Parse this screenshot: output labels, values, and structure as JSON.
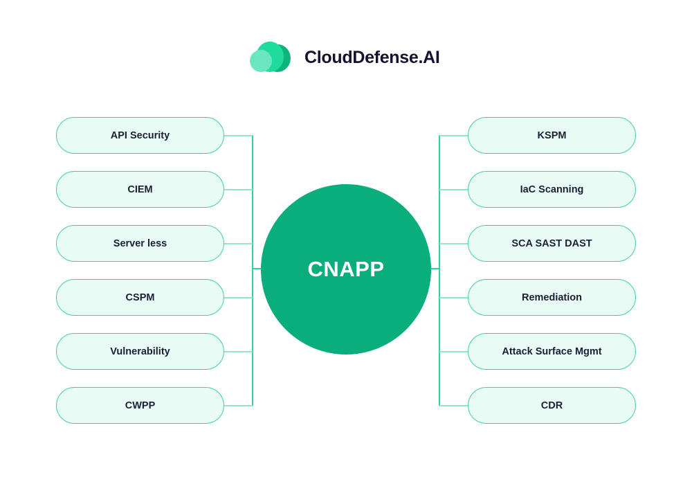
{
  "brand": {
    "name": "CloudDefense.AI",
    "logo_icon": "cloud-circles-icon",
    "colors": {
      "primary": "#0aad7c",
      "mint": "#1fdc9c",
      "light_mint": "#6ae7c0",
      "pill_fill": "#e8fcf5",
      "pill_border": "#3fcf9f",
      "text_dark": "#1a1f36"
    }
  },
  "hub": {
    "label": "CNAPP"
  },
  "left_nodes": [
    {
      "label": "API Security"
    },
    {
      "label": "CIEM"
    },
    {
      "label": "Server less"
    },
    {
      "label": "CSPM"
    },
    {
      "label": "Vulnerability"
    },
    {
      "label": "CWPP"
    }
  ],
  "right_nodes": [
    {
      "label": "KSPM"
    },
    {
      "label": "IaC Scanning"
    },
    {
      "label": "SCA SAST DAST"
    },
    {
      "label": "Remediation"
    },
    {
      "label": "Attack Surface Mgmt"
    },
    {
      "label": "CDR"
    }
  ]
}
